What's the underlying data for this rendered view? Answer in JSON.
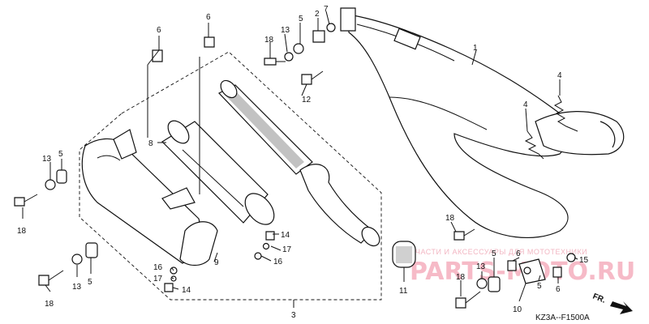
{
  "diagram_code": "KZ3A--F1500A",
  "front_indicator": "FR.",
  "watermark": {
    "caption": "ЧАСТИ И АКСЕССУАРЫ ДЛЯ МОТОТЕХНИКИ",
    "brand": "PARTS-MOTO.RU"
  },
  "callouts": [
    "1",
    "2",
    "3",
    "4",
    "5",
    "6",
    "7",
    "8",
    "9",
    "10",
    "11",
    "12",
    "13",
    "14",
    "15",
    "16",
    "17",
    "18"
  ],
  "colors": {
    "line": "#111111",
    "watermark": "#f3a3b5"
  }
}
